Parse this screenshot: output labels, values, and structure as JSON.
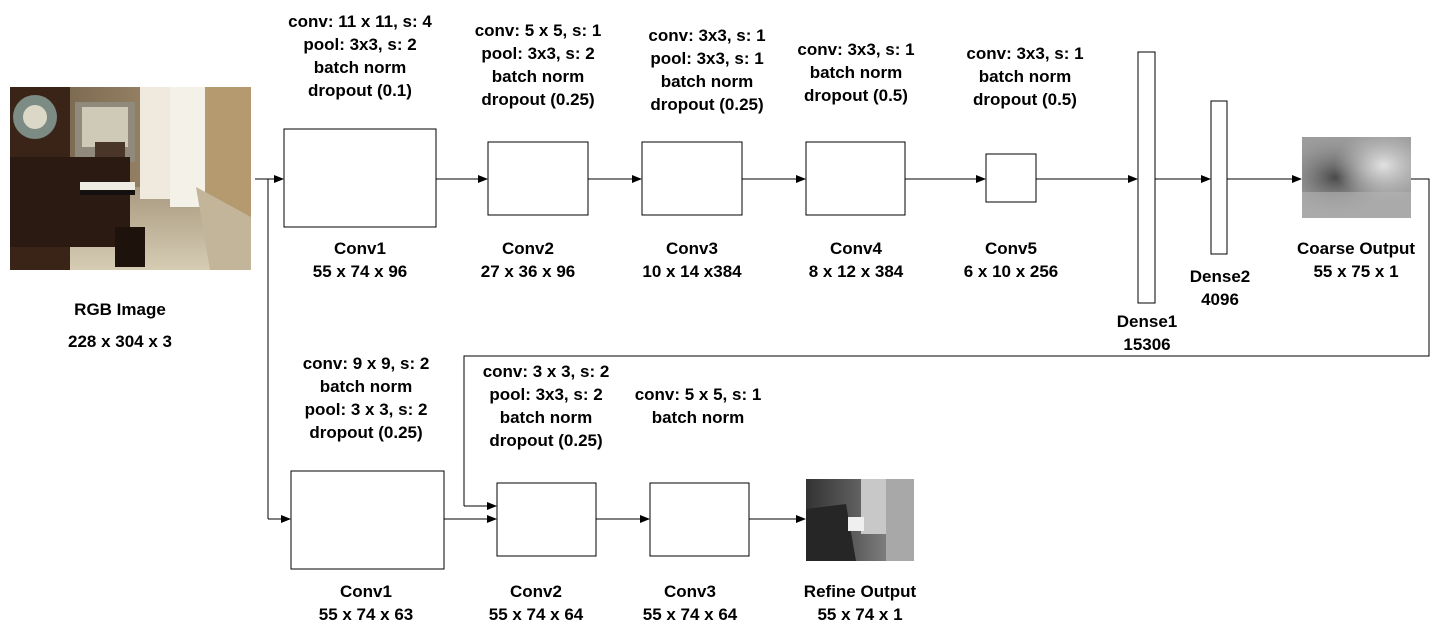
{
  "input": {
    "label": "RGB Image",
    "dims": "228 x 304 x 3"
  },
  "coarse": [
    {
      "params": [
        "conv: 11 x 11, s: 4",
        "pool: 3x3, s: 2",
        "batch norm",
        "dropout (0.1)"
      ],
      "name": "Conv1",
      "dims": "55 x 74 x 96"
    },
    {
      "params": [
        "conv: 5 x 5, s: 1",
        "pool: 3x3, s: 2",
        "batch norm",
        "dropout (0.25)"
      ],
      "name": "Conv2",
      "dims": "27 x 36 x 96"
    },
    {
      "params": [
        "conv: 3x3, s: 1",
        "pool: 3x3, s: 1",
        "batch norm",
        "dropout (0.25)"
      ],
      "name": "Conv3",
      "dims": "10 x 14 x384"
    },
    {
      "params": [
        "conv: 3x3, s: 1",
        "batch norm",
        "dropout (0.5)"
      ],
      "name": "Conv4",
      "dims": "8 x 12 x 384"
    },
    {
      "params": [
        "conv: 3x3, s: 1",
        "batch norm",
        "dropout (0.5)"
      ],
      "name": "Conv5",
      "dims": "6 x 10 x 256"
    }
  ],
  "dense": [
    {
      "name": "Dense1",
      "dims": "15306"
    },
    {
      "name": "Dense2",
      "dims": "4096"
    }
  ],
  "coarse_output": {
    "label": "Coarse Output",
    "dims": "55 x 75 x 1"
  },
  "refine": [
    {
      "params": [
        "conv: 9 x 9, s: 2",
        "batch norm",
        "pool: 3 x 3, s: 2",
        "dropout (0.25)"
      ],
      "name": "Conv1",
      "dims": "55 x 74 x 63"
    },
    {
      "params": [
        "conv: 3 x 3, s: 2",
        "pool: 3x3, s: 2",
        "batch norm",
        "dropout (0.25)"
      ],
      "name": "Conv2",
      "dims": "55 x 74 x 64"
    },
    {
      "params": [
        "conv: 5 x 5, s: 1",
        "batch norm"
      ],
      "name": "Conv3",
      "dims": "55 x 74 x 64"
    }
  ],
  "refine_output": {
    "label": "Refine Output",
    "dims": "55 x 74 x 1"
  }
}
